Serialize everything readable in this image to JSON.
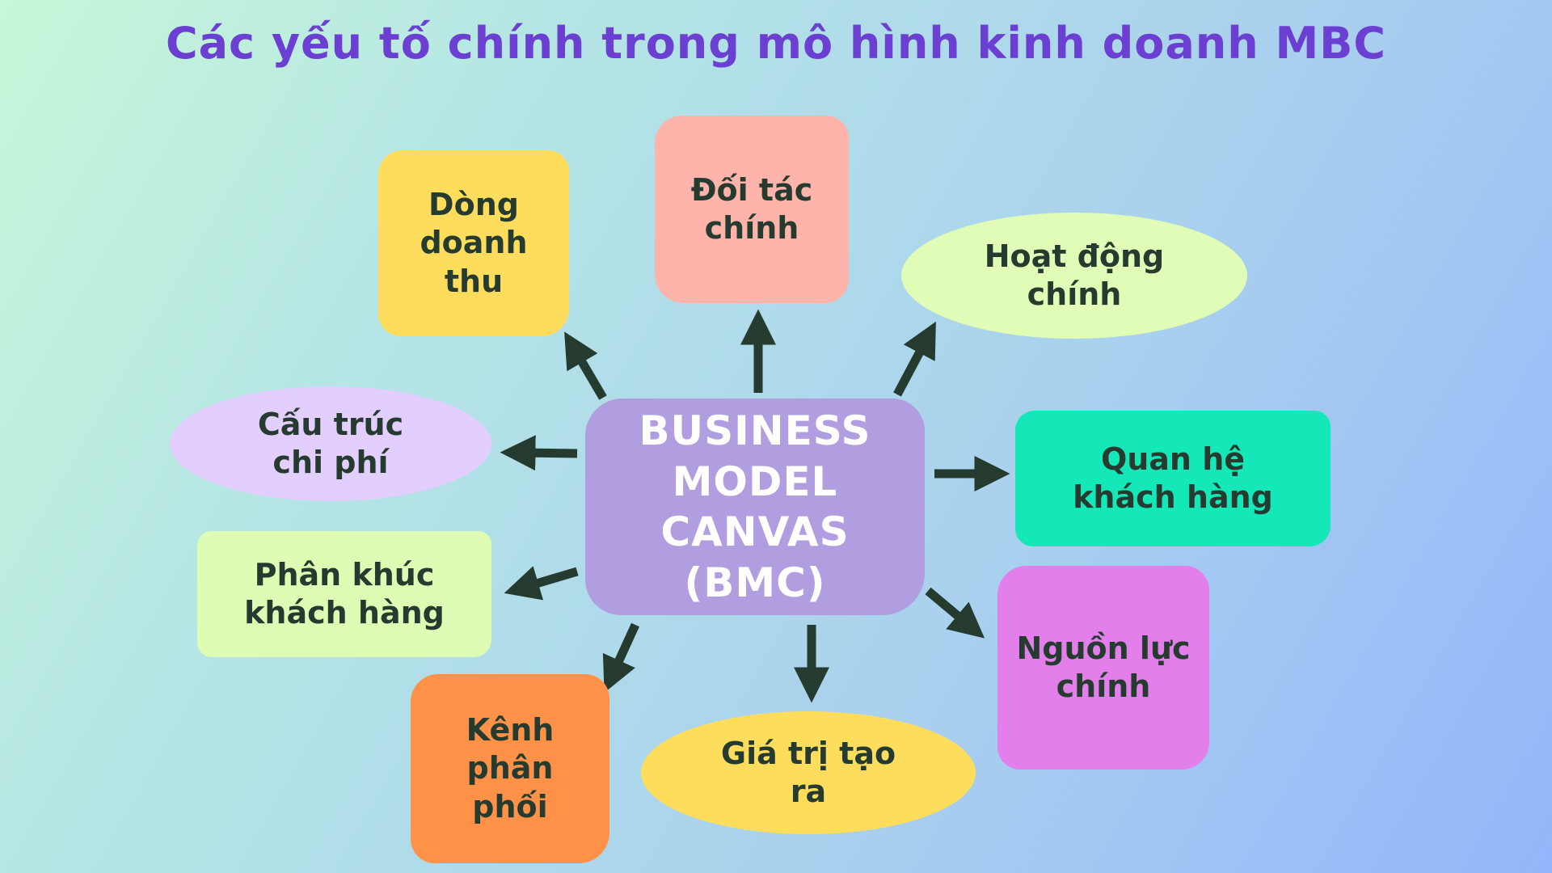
{
  "title": "Các yếu tố chính trong mô hình kinh doanh MBC",
  "center": {
    "lines": [
      "BUSINESS",
      "MODEL CANVAS",
      "(BMC)"
    ],
    "color": "#b19ee0"
  },
  "nodes": {
    "revenue_streams": {
      "lines": [
        "Dòng",
        "doanh thu"
      ],
      "color": "#ffdd5c"
    },
    "key_partners": {
      "lines": [
        "Đối tác",
        "chính"
      ],
      "color": "#ffb4ab"
    },
    "key_activities": {
      "lines": [
        "Hoạt động",
        "chính"
      ],
      "color": "#e0fcb6"
    },
    "cost_structure": {
      "lines": [
        "Cấu trúc",
        "chi phí"
      ],
      "color": "#e2cfff"
    },
    "customer_relationships": {
      "lines": [
        "Quan hệ",
        "khách hàng"
      ],
      "color": "#14e7b8"
    },
    "customer_segments": {
      "lines": [
        "Phân khúc",
        "khách hàng"
      ],
      "color": "#dffcb4"
    },
    "key_resources": {
      "lines": [
        "Nguồn lực",
        "chính"
      ],
      "color": "#e27fea"
    },
    "channels": {
      "lines": [
        "Kênh phân",
        "phối"
      ],
      "color": "#ff9248"
    },
    "value_propositions": {
      "lines": [
        "Giá trị tạo",
        "ra"
      ],
      "color": "#ffdd5c"
    }
  },
  "colors": {
    "title": "#6a3fd1",
    "arrow": "#263b2f",
    "text": "#263b2f"
  }
}
